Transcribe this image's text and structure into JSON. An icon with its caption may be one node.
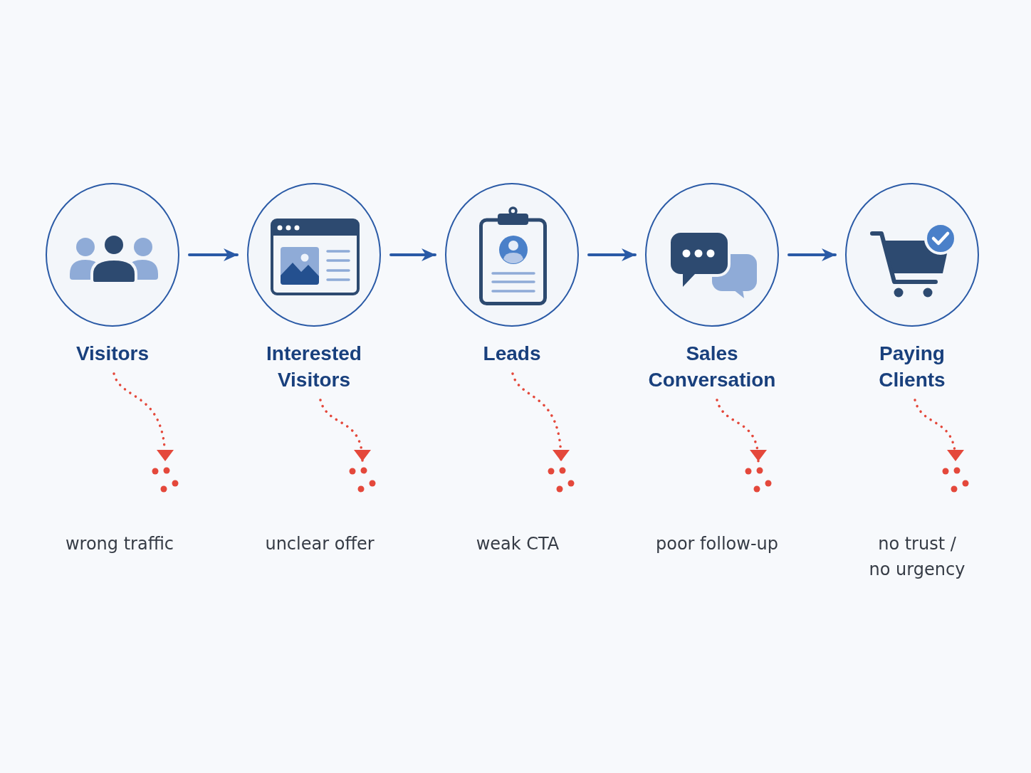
{
  "diagram": {
    "nodes": [
      {
        "text": [
          "Visitors"
        ]
      },
      {
        "text": [
          "Interested Visitors"
        ]
      },
      {
        "text": [
          "Leads"
        ]
      },
      {
        "text": [
          "Sales Conversation"
        ]
      },
      {
        "text": [
          "Paying Clients"
        ]
      },
      {
        "text": [],
        "shape": "dots",
        "beside": [
          "wrong traffic"
        ]
      },
      {
        "text": [],
        "shape": "dots",
        "beside": [
          "unclear offer"
        ]
      },
      {
        "text": [],
        "shape": "dots",
        "beside": [
          "weak CTA"
        ]
      },
      {
        "text": [],
        "shape": "dots",
        "beside": [
          "poor follow-up"
        ]
      },
      {
        "text": [],
        "shape": "dots",
        "beside": [
          "no trust / no urgency"
        ]
      }
    ],
    "edges": [
      {
        "from": 0,
        "to": 1,
        "arrow": "to",
        "color": "#2a5aa6"
      },
      {
        "from": 1,
        "to": 2,
        "arrow": "to",
        "color": "#2a5aa6"
      },
      {
        "from": 2,
        "to": 3,
        "arrow": "to",
        "color": "#2a5aa6"
      },
      {
        "from": 3,
        "to": 4,
        "arrow": "to",
        "color": "#2a5aa6"
      },
      {
        "from": 0,
        "to": 5,
        "arrow": "to",
        "style": "dashed"
      },
      {
        "from": 1,
        "to": 6,
        "arrow": "to",
        "style": "dashed"
      },
      {
        "from": 2,
        "to": 7,
        "arrow": "to",
        "style": "dashed"
      },
      {
        "from": 3,
        "to": 8,
        "arrow": "to",
        "style": "dashed"
      },
      {
        "from": 4,
        "to": 9,
        "arrow": "to",
        "style": "dashed"
      }
    ]
  }
}
